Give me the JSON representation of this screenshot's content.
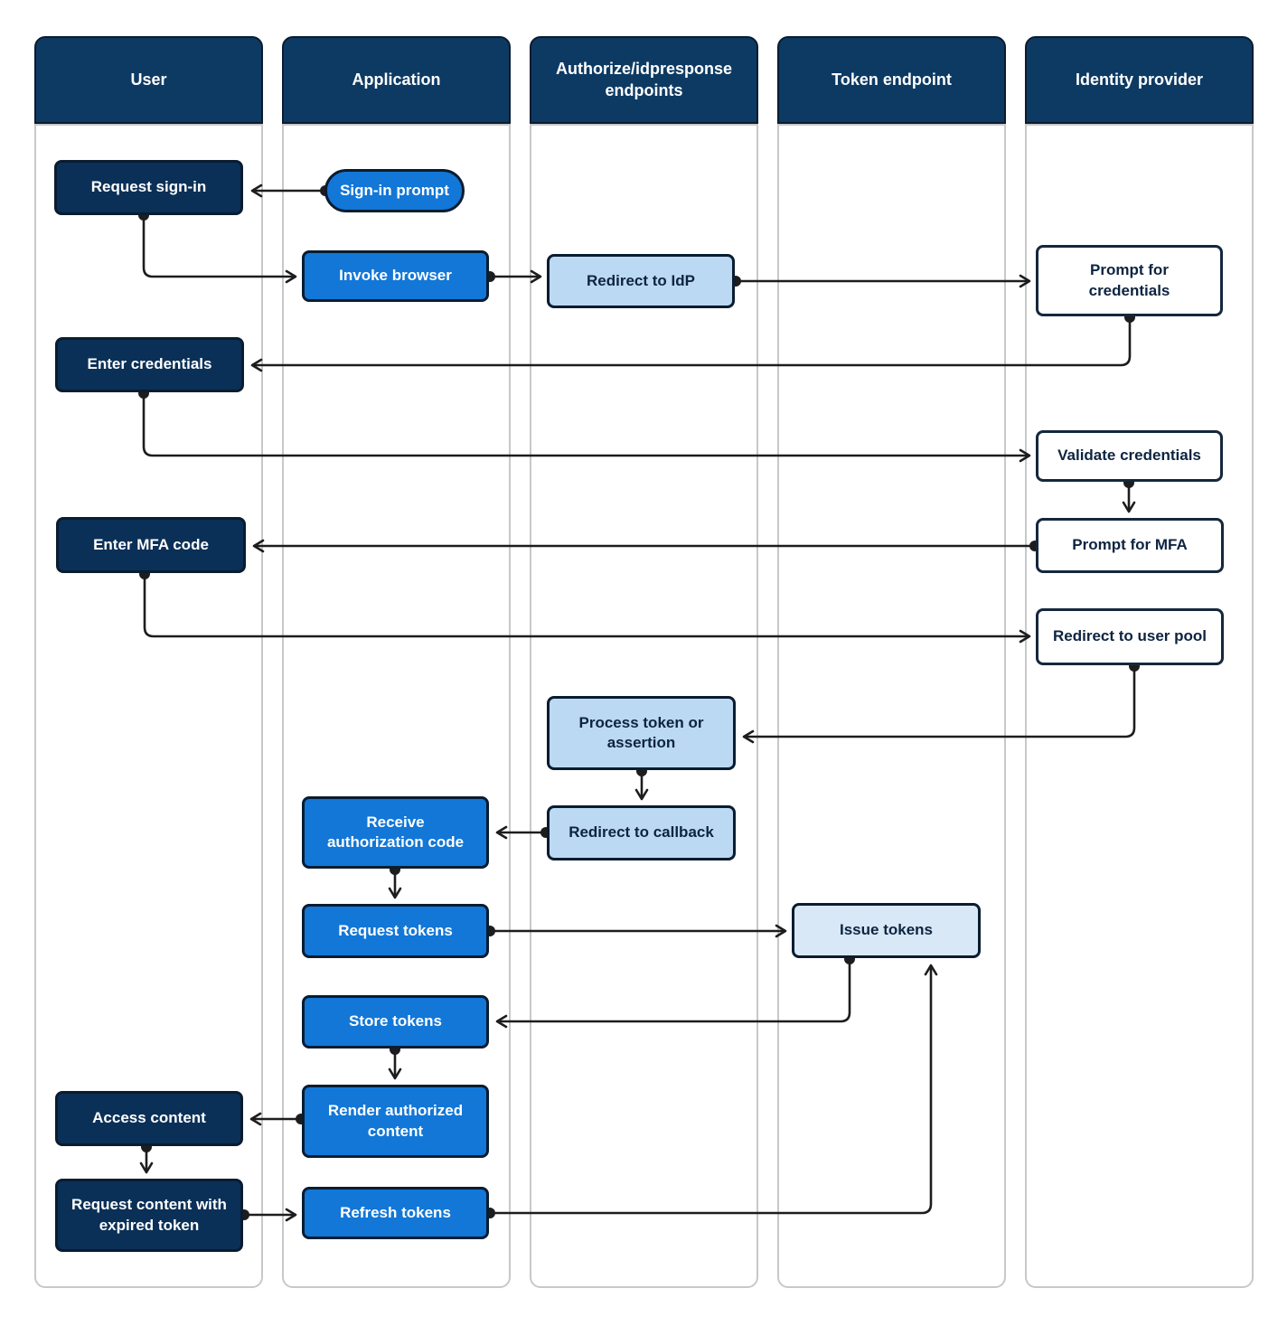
{
  "diagram": {
    "type": "swimlane-flowchart",
    "lanes": [
      {
        "id": "user",
        "label": "User"
      },
      {
        "id": "application",
        "label": "Application"
      },
      {
        "id": "authorize-endpoints",
        "label": "Authorize/idpresponse endpoints"
      },
      {
        "id": "token-endpoint",
        "label": "Token endpoint"
      },
      {
        "id": "identity-provider",
        "label": "Identity provider"
      }
    ],
    "nodes": [
      {
        "id": "request-sign-in",
        "lane": "user",
        "shape": "rect",
        "label": "Request sign-in"
      },
      {
        "id": "sign-in-prompt",
        "lane": "application",
        "shape": "pill",
        "label": "Sign-in prompt"
      },
      {
        "id": "invoke-browser",
        "lane": "application",
        "shape": "rect",
        "label": "Invoke browser"
      },
      {
        "id": "redirect-to-idp",
        "lane": "authorize-endpoints",
        "shape": "rect",
        "label": "Redirect to IdP"
      },
      {
        "id": "prompt-for-credentials",
        "lane": "identity-provider",
        "shape": "rect",
        "label": "Prompt for credentials"
      },
      {
        "id": "enter-credentials",
        "lane": "user",
        "shape": "rect",
        "label": "Enter credentials"
      },
      {
        "id": "validate-credentials",
        "lane": "identity-provider",
        "shape": "rect",
        "label": "Validate credentials"
      },
      {
        "id": "enter-mfa-code",
        "lane": "user",
        "shape": "rect",
        "label": "Enter MFA code"
      },
      {
        "id": "prompt-for-mfa",
        "lane": "identity-provider",
        "shape": "rect",
        "label": "Prompt for MFA"
      },
      {
        "id": "redirect-to-user-pool",
        "lane": "identity-provider",
        "shape": "rect",
        "label": "Redirect to user pool"
      },
      {
        "id": "process-token-or-assertion",
        "lane": "authorize-endpoints",
        "shape": "rect",
        "label": "Process token or assertion"
      },
      {
        "id": "receive-authorization-code",
        "lane": "application",
        "shape": "rect",
        "label": "Receive authorization code"
      },
      {
        "id": "redirect-to-callback",
        "lane": "authorize-endpoints",
        "shape": "rect",
        "label": "Redirect to callback"
      },
      {
        "id": "request-tokens",
        "lane": "application",
        "shape": "rect",
        "label": "Request tokens"
      },
      {
        "id": "issue-tokens",
        "lane": "token-endpoint",
        "shape": "rect",
        "label": "Issue tokens"
      },
      {
        "id": "store-tokens",
        "lane": "application",
        "shape": "rect",
        "label": "Store tokens"
      },
      {
        "id": "render-authorized-content",
        "lane": "application",
        "shape": "rect",
        "label": "Render authorized content"
      },
      {
        "id": "access-content",
        "lane": "user",
        "shape": "rect",
        "label": "Access content"
      },
      {
        "id": "request-content-with-expired-token",
        "lane": "user",
        "shape": "rect",
        "label": "Request content with expired token"
      },
      {
        "id": "refresh-tokens",
        "lane": "application",
        "shape": "rect",
        "label": "Refresh tokens"
      }
    ],
    "edges": [
      {
        "from": "sign-in-prompt",
        "to": "request-sign-in"
      },
      {
        "from": "request-sign-in",
        "to": "invoke-browser"
      },
      {
        "from": "invoke-browser",
        "to": "redirect-to-idp"
      },
      {
        "from": "redirect-to-idp",
        "to": "prompt-for-credentials"
      },
      {
        "from": "prompt-for-credentials",
        "to": "enter-credentials"
      },
      {
        "from": "enter-credentials",
        "to": "validate-credentials"
      },
      {
        "from": "validate-credentials",
        "to": "prompt-for-mfa"
      },
      {
        "from": "prompt-for-mfa",
        "to": "enter-mfa-code"
      },
      {
        "from": "enter-mfa-code",
        "to": "redirect-to-user-pool"
      },
      {
        "from": "redirect-to-user-pool",
        "to": "process-token-or-assertion"
      },
      {
        "from": "process-token-or-assertion",
        "to": "redirect-to-callback"
      },
      {
        "from": "redirect-to-callback",
        "to": "receive-authorization-code"
      },
      {
        "from": "receive-authorization-code",
        "to": "request-tokens"
      },
      {
        "from": "request-tokens",
        "to": "issue-tokens"
      },
      {
        "from": "issue-tokens",
        "to": "store-tokens"
      },
      {
        "from": "store-tokens",
        "to": "render-authorized-content"
      },
      {
        "from": "render-authorized-content",
        "to": "access-content"
      },
      {
        "from": "access-content",
        "to": "request-content-with-expired-token"
      },
      {
        "from": "request-content-with-expired-token",
        "to": "refresh-tokens"
      },
      {
        "from": "refresh-tokens",
        "to": "issue-tokens"
      }
    ],
    "colors": {
      "lane_header": "#0d3a63",
      "user_node": "#0b3057",
      "application_node": "#1277d7",
      "endpoint_node": "#bcd9f3",
      "token_node": "#d9e8f7",
      "idp_node": "#ffffff",
      "connector": "#1d1d1f",
      "lane_border": "#c8c8c8"
    }
  }
}
